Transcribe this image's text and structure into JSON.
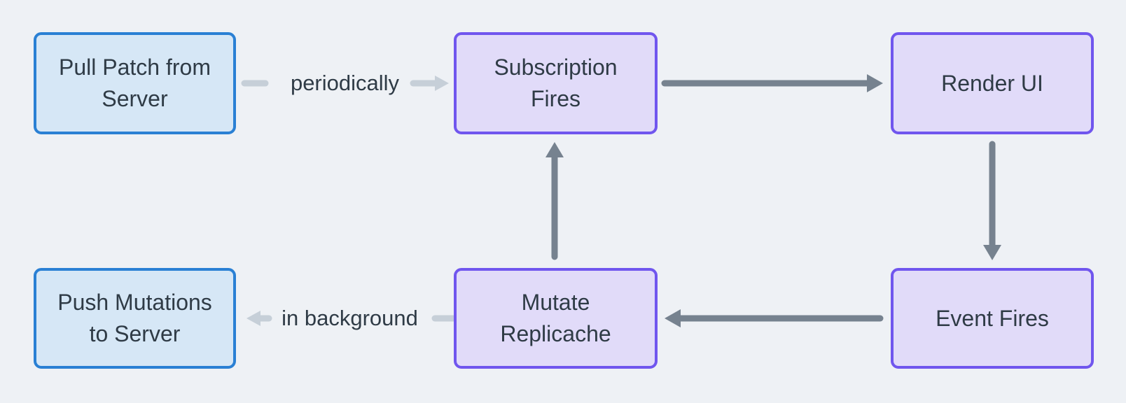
{
  "colors": {
    "background": "#eef1f5",
    "blue_fill": "#d6e7f6",
    "blue_border": "#2a80d4",
    "purple_fill": "#e1dbf9",
    "purple_border": "#7056ee",
    "text": "#2f3b46",
    "arrow_dark": "#76828f",
    "arrow_light": "#c6cfd8"
  },
  "nodes": {
    "pull_patch": "Pull Patch from\nServer",
    "subscription_fires": "Subscription\nFires",
    "render_ui": "Render UI",
    "event_fires": "Event Fires",
    "mutate_replicache": "Mutate\nReplicache",
    "push_mutations": "Push Mutations\nto Server"
  },
  "edges": [
    {
      "from": "pull_patch",
      "to": "subscription_fires",
      "label": "periodically",
      "style": "light"
    },
    {
      "from": "subscription_fires",
      "to": "render_ui",
      "label": "",
      "style": "dark"
    },
    {
      "from": "render_ui",
      "to": "event_fires",
      "label": "",
      "style": "dark"
    },
    {
      "from": "event_fires",
      "to": "mutate_replicache",
      "label": "",
      "style": "dark"
    },
    {
      "from": "mutate_replicache",
      "to": "subscription_fires",
      "label": "",
      "style": "dark"
    },
    {
      "from": "mutate_replicache",
      "to": "push_mutations",
      "label": "in background",
      "style": "light"
    }
  ]
}
